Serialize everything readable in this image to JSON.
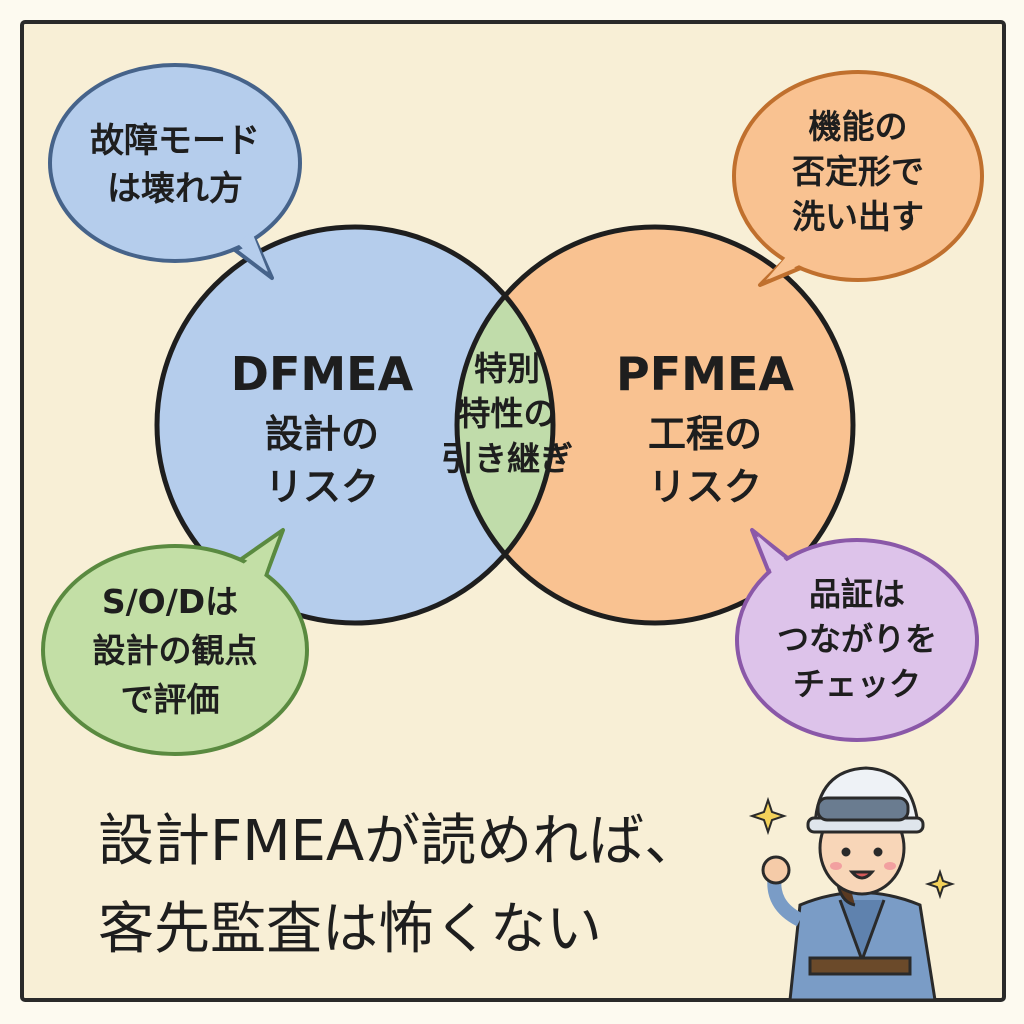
{
  "venn": {
    "left": {
      "title": "DFMEA",
      "lines": [
        "設計の",
        "リスク"
      ],
      "color": "#b5cdec"
    },
    "right": {
      "title": "PFMEA",
      "lines": [
        "工程の",
        "リスク"
      ],
      "color": "#f9c291"
    },
    "overlap": {
      "lines": [
        "特別",
        "特性の",
        "引き継ぎ"
      ],
      "color": "#c0dcaa"
    }
  },
  "bubbles": {
    "top_left": {
      "lines": [
        "故障モード",
        "は壊れ方"
      ],
      "color": "#b5cdec"
    },
    "top_right": {
      "lines": [
        "機能の",
        "否定形で",
        "洗い出す"
      ],
      "color": "#f9c291"
    },
    "bottom_left": {
      "lines": [
        "S/O/Dは",
        "設計の観点",
        "で評価"
      ],
      "color": "#c3dfa6"
    },
    "bottom_right": {
      "lines": [
        "品証は",
        "つながりを",
        "チェック"
      ],
      "color": "#ddc3ea"
    }
  },
  "caption": {
    "line1": "設計FMEAが読めれば、",
    "line2": "客先監査は怖くない"
  },
  "background": "#f8efd6"
}
